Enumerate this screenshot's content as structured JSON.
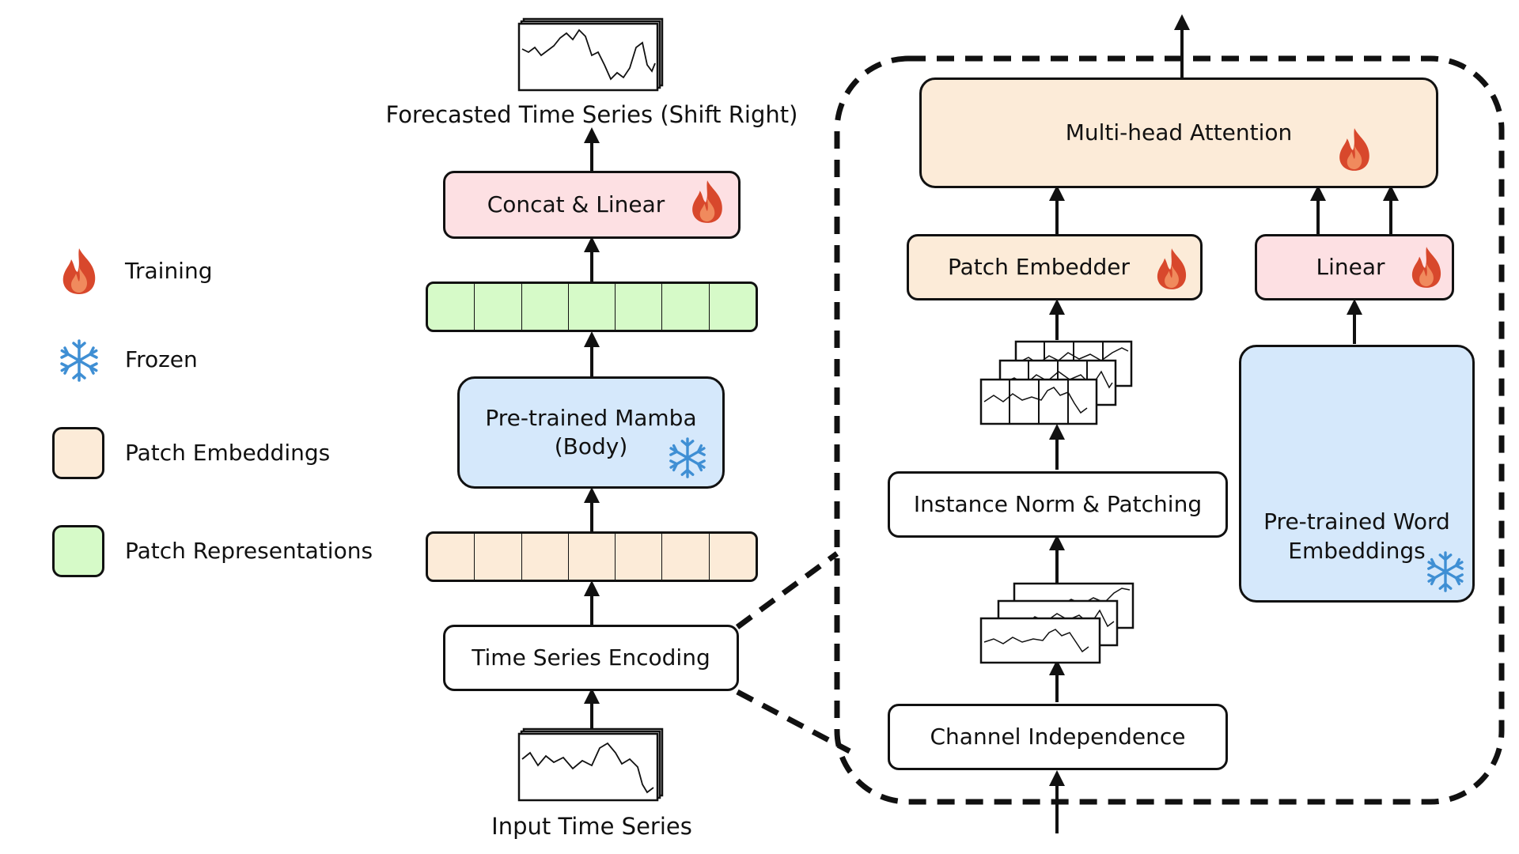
{
  "colors": {
    "training_fill": "#fde0e3",
    "embedding_fill": "#fcebd8",
    "representation_fill": "#d6fac8",
    "frozen_fill": "#d5e8fb",
    "white": "#ffffff",
    "fire": "#d8482c",
    "snow": "#3f8fd4"
  },
  "legend": {
    "training": "Training",
    "frozen": "Frozen",
    "patch_embeddings": "Patch Embeddings",
    "patch_representations": "Patch Representations"
  },
  "left_pipeline": {
    "output_label": "Forecasted Time Series (Shift Right)",
    "concat_linear": "Concat & Linear",
    "mamba": "Pre-trained Mamba\n(Body)",
    "encoding": "Time Series Encoding",
    "input_label": "Input Time Series"
  },
  "encoder_detail": {
    "attention": "Multi-head Attention",
    "patch_embedder": "Patch Embedder",
    "linear": "Linear",
    "instance_norm": "Instance Norm & Patching",
    "channel_independence": "Channel Independence",
    "word_embeddings": "Pre-trained Word\nEmbeddings"
  },
  "icons": [
    "fire-icon",
    "snowflake-icon",
    "time-series-thumbnail-icon",
    "embedding-grid-icon"
  ]
}
